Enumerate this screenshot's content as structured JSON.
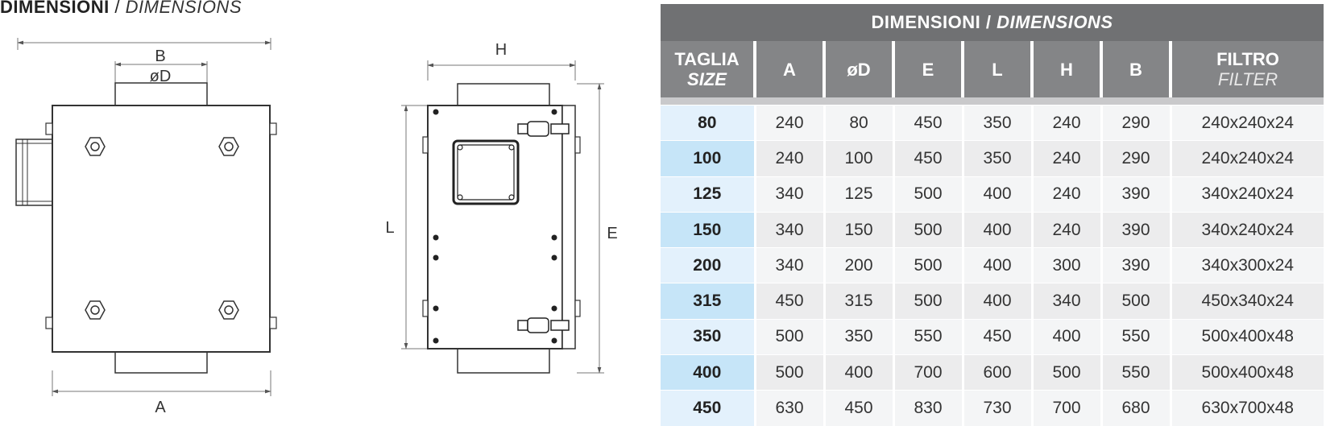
{
  "page_title": {
    "main": "DIMENSIONI",
    "separator": " / ",
    "italic": "DIMENSIONS"
  },
  "drawing_labels": {
    "front": {
      "b": "B",
      "d": "øD",
      "a": "A"
    },
    "side": {
      "h": "H",
      "l": "L",
      "e": "E"
    }
  },
  "table": {
    "title_main": "DIMENSIONI",
    "title_sep": " / ",
    "title_italic": "DIMENSIONS",
    "columns": [
      {
        "main": "TAGLIA",
        "sub": "SIZE",
        "sub_style": "bold-italic"
      },
      {
        "main": "A"
      },
      {
        "main": "øD"
      },
      {
        "main": "E"
      },
      {
        "main": "L"
      },
      {
        "main": "H"
      },
      {
        "main": "B"
      },
      {
        "main": "FILTRO",
        "sub": "FILTER",
        "sub_style": "italic"
      }
    ],
    "rows": [
      [
        "80",
        "240",
        "80",
        "450",
        "350",
        "240",
        "290",
        "240x240x24"
      ],
      [
        "100",
        "240",
        "100",
        "450",
        "350",
        "240",
        "290",
        "240x240x24"
      ],
      [
        "125",
        "340",
        "125",
        "500",
        "400",
        "240",
        "390",
        "340x240x24"
      ],
      [
        "150",
        "340",
        "150",
        "500",
        "400",
        "240",
        "390",
        "340x240x24"
      ],
      [
        "200",
        "340",
        "200",
        "500",
        "400",
        "300",
        "390",
        "340x300x24"
      ],
      [
        "315",
        "450",
        "315",
        "500",
        "400",
        "340",
        "500",
        "450x340x24"
      ],
      [
        "350",
        "500",
        "350",
        "550",
        "450",
        "400",
        "550",
        "500x400x48"
      ],
      [
        "400",
        "500",
        "400",
        "700",
        "600",
        "500",
        "550",
        "500x400x48"
      ],
      [
        "450",
        "630",
        "450",
        "830",
        "730",
        "700",
        "680",
        "630x700x48"
      ]
    ]
  }
}
